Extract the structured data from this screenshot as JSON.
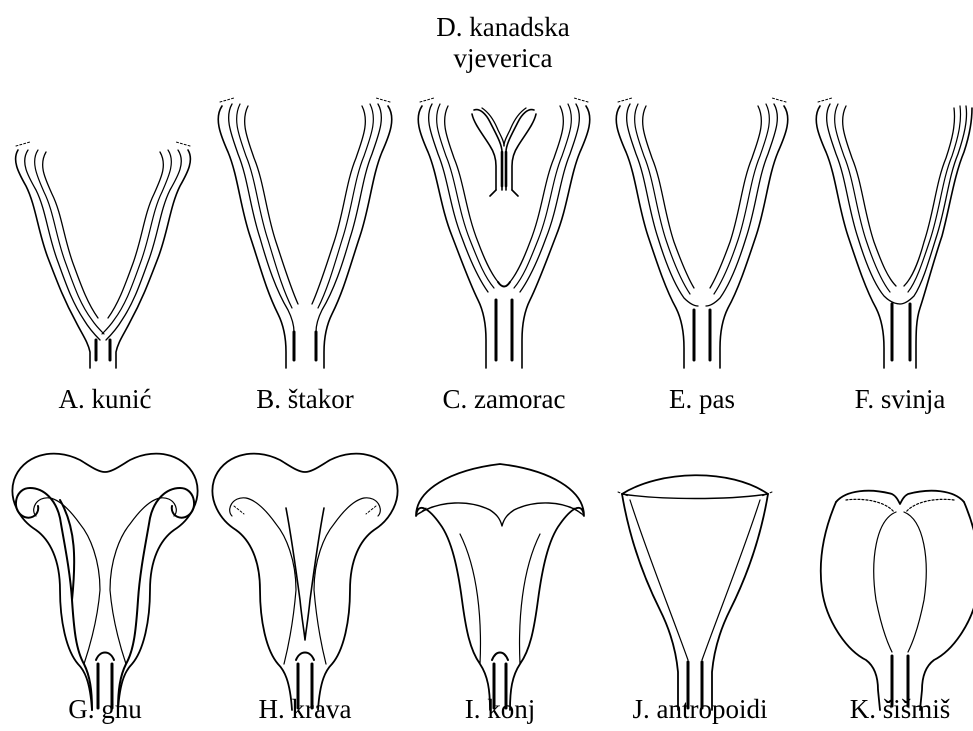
{
  "title_top": {
    "line1": "D. kanadska",
    "line2": "vjeverica"
  },
  "labels": {
    "a": "A. kunić",
    "b": "B. štakor",
    "c": "C. zamorac",
    "e": "E. pas",
    "f": "F. svinja",
    "g": "G. gnu",
    "h": "H. krava",
    "i": "I. konj",
    "j": "J. antropoidi",
    "k": "K. šišmiš"
  },
  "colors": {
    "stroke": "#000000",
    "background": "#ffffff"
  }
}
